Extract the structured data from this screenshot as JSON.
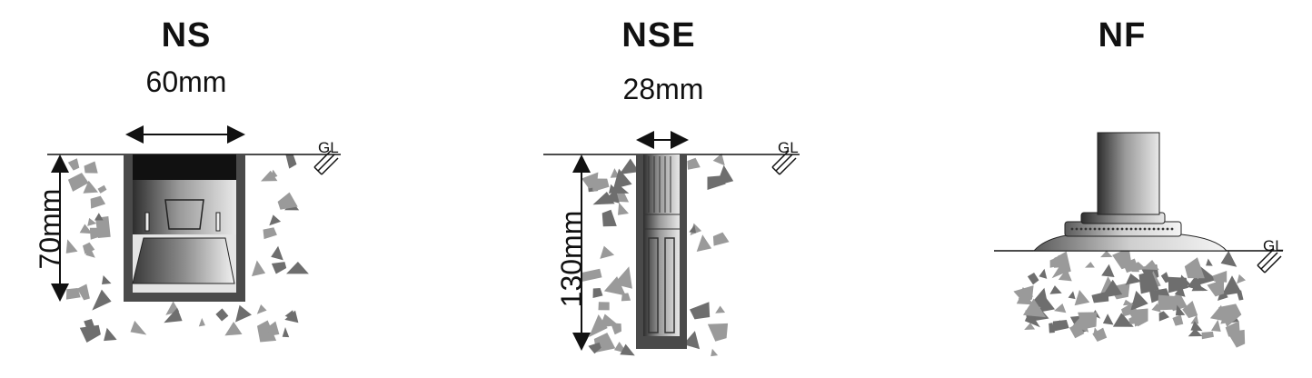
{
  "panels": [
    {
      "id": "ns",
      "title": "NS",
      "width_label": "60mm",
      "depth_label": "70mm",
      "ground_label": "GL"
    },
    {
      "id": "nse",
      "title": "NSE",
      "width_label": "28mm",
      "depth_label": "130mm",
      "ground_label": "GL"
    },
    {
      "id": "nf",
      "title": "NF",
      "ground_label": "GL"
    }
  ],
  "colors": {
    "ink": "#111111",
    "gravel": "#9a9a9a",
    "gravel_dark": "#6e6e6e",
    "housing": "#4a4a4a"
  }
}
